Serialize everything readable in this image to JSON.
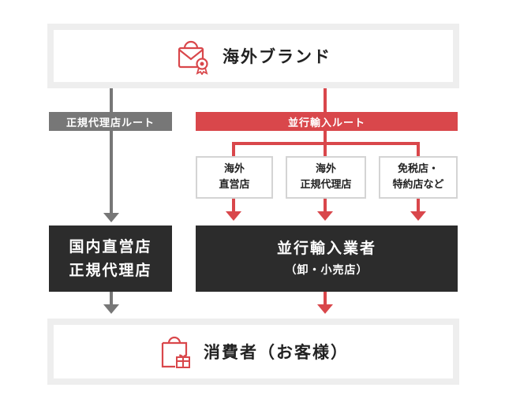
{
  "top_box": {
    "label": "海外ブランド",
    "icon": "bag-certificate-icon"
  },
  "left_route": {
    "label": "正規代理店ルート",
    "color": "#777777"
  },
  "right_route": {
    "label": "並行輸入ルート",
    "color": "#d9474b"
  },
  "sources": [
    {
      "line1": "海外",
      "line2": "直営店"
    },
    {
      "line1": "海外",
      "line2": "正規代理店"
    },
    {
      "line1": "免税店・",
      "line2": "特約店など"
    }
  ],
  "left_dealer": {
    "line1": "国内直営店",
    "line2": "正規代理店"
  },
  "right_dealer": {
    "line1": "並行輸入業者",
    "line2": "（卸・小売店）"
  },
  "bottom_box": {
    "label": "消費者（お客様）",
    "icon": "shopping-bag-gift-icon"
  },
  "colors": {
    "dark_box": "#2c2c2c",
    "gray_line": "#777777",
    "red_line": "#d9474b",
    "box_border": "#eeeeee"
  }
}
